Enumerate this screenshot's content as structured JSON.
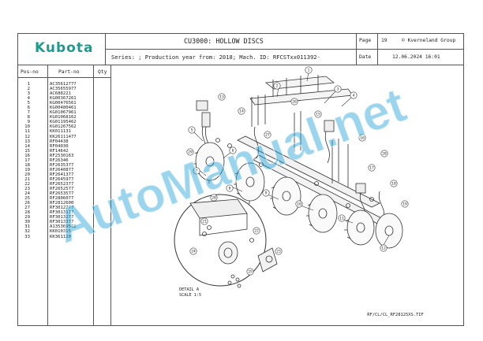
{
  "header": {
    "logo_text": "Kubota",
    "logo_color": "#1f9b8e",
    "title": "CU3000: HOLLOW DISCS",
    "page_label": "Page",
    "page_number": "19",
    "copyright": "© Kverneland Group",
    "series_line": "Series: ; Production year from: 2018; Mach. ID: RFCSTxx011392-",
    "date_label": "Date",
    "date_value": "12.06.2024  16:01"
  },
  "table": {
    "col_pos": "Pos-no",
    "col_part": "Part-no",
    "col_qty": "Qty",
    "rows": [
      {
        "pos": "1",
        "part": "AC35612777"
      },
      {
        "pos": "2",
        "part": "AC35655977"
      },
      {
        "pos": "3",
        "part": "AC688221"
      },
      {
        "pos": "4",
        "part": "KG00367261"
      },
      {
        "pos": "5",
        "part": "KG00476561"
      },
      {
        "pos": "6",
        "part": "KG00480461"
      },
      {
        "pos": "7",
        "part": "KG01067961"
      },
      {
        "pos": "8",
        "part": "KG01068162"
      },
      {
        "pos": "9",
        "part": "KG01195462"
      },
      {
        "pos": "10",
        "part": "KG01267562"
      },
      {
        "pos": "11",
        "part": "KK011131"
      },
      {
        "pos": "12",
        "part": "KK26111477"
      },
      {
        "pos": "13",
        "part": "RF04438"
      },
      {
        "pos": "14",
        "part": "RF04030"
      },
      {
        "pos": "15",
        "part": "RF14642"
      },
      {
        "pos": "16",
        "part": "RF2530163"
      },
      {
        "pos": "17",
        "part": "RF26346"
      },
      {
        "pos": "18",
        "part": "RF2635377"
      },
      {
        "pos": "19",
        "part": "RF2640877"
      },
      {
        "pos": "20",
        "part": "RF2641377"
      },
      {
        "pos": "21",
        "part": "RF2645977"
      },
      {
        "pos": "22",
        "part": "RF2652377"
      },
      {
        "pos": "23",
        "part": "RF2652577"
      },
      {
        "pos": "24",
        "part": "RF2653577"
      },
      {
        "pos": "25",
        "part": "RF2806077"
      },
      {
        "pos": "26",
        "part": "RF2812600"
      },
      {
        "pos": "27",
        "part": "RF3012777"
      },
      {
        "pos": "28",
        "part": "RF3013177"
      },
      {
        "pos": "29",
        "part": "RF3013277"
      },
      {
        "pos": "30",
        "part": "RF3013377"
      },
      {
        "pos": "31",
        "part": "A135369562"
      },
      {
        "pos": "32",
        "part": "KK010315"
      },
      {
        "pos": "33",
        "part": "KK361120"
      }
    ]
  },
  "drawing": {
    "callouts": [
      "1",
      "2",
      "3",
      "4",
      "5",
      "6",
      "7",
      "8",
      "9",
      "10",
      "11",
      "12",
      "13",
      "14",
      "15",
      "16",
      "17",
      "18",
      "19",
      "20",
      "21",
      "22",
      "23",
      "24",
      "25",
      "26",
      "27",
      "28",
      "29"
    ],
    "detail_label": "DETAIL A",
    "scale_label": "SCALE 1:5",
    "file_ref": "RF/CL/CL_RF28125XS.TIF"
  },
  "watermark": {
    "text": "AutoManual.net",
    "color": "#1f9fd8"
  }
}
